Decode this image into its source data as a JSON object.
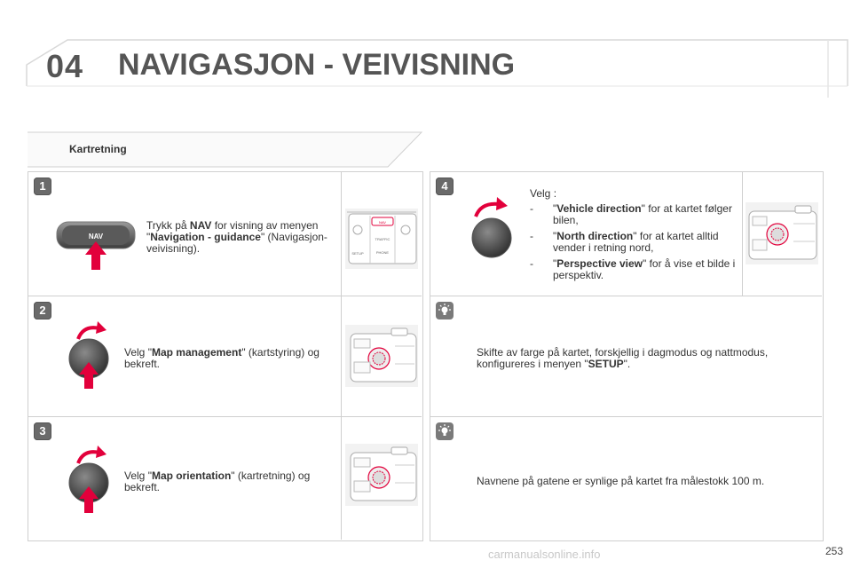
{
  "header": {
    "number": "04",
    "title": "NAVIGASJON - VEIVISNING"
  },
  "section": {
    "label": "Kartretning"
  },
  "steps": [
    {
      "badge": "1",
      "pre": "Trykk på ",
      "b1": "NAV",
      "mid": " for visning av menyen \"",
      "b2": "Navigation - guidance",
      "post": "\" (Navigasjon-veivisning).",
      "button_label": "NAV"
    },
    {
      "badge": "2",
      "pre": "Velg \"",
      "b1": "Map management",
      "post": "\" (kartstyring) og bekreft."
    },
    {
      "badge": "3",
      "pre": "Velg \"",
      "b1": "Map orientation",
      "post": "\" (kartretning) og bekreft."
    },
    {
      "badge": "4",
      "intro": "Velg :",
      "options": [
        {
          "dash": "-",
          "pre": "\"",
          "bold": "Vehicle direction",
          "post": "\" for at kartet følger bilen,"
        },
        {
          "dash": "-",
          "pre": "\"",
          "bold": "North direction",
          "post": "\" for at kartet alltid vender i retning nord,"
        },
        {
          "dash": "-",
          "pre": "\"",
          "bold": "Perspective view",
          "post": "\" for å vise et bilde i perspektiv."
        }
      ]
    }
  ],
  "tips": [
    {
      "pre": "Skifte av farge på kartet, forskjellig i dagmodus og nattmodus, konfigureres i menyen \"",
      "bold": "SETUP",
      "post": "\"."
    },
    {
      "text": "Navnene på gatene er synlige på kartet fra målestokk 100 m."
    }
  ],
  "thumb_labels": {
    "traffic": "TRAFFIC",
    "phone": "PHONE",
    "setup": "SETUP",
    "nav": "NAV"
  },
  "page": {
    "number": "253",
    "watermark": "carmanualsonline.info"
  }
}
